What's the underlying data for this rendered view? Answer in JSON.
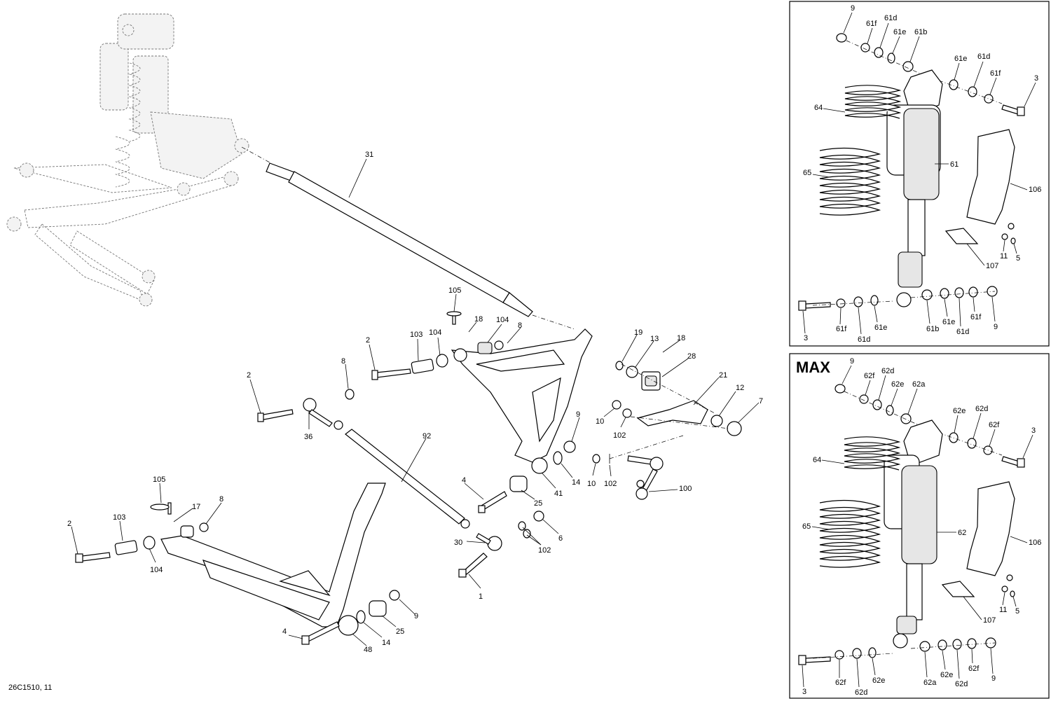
{
  "figure_code": "26C1510, 11",
  "max_box_title": "MAX",
  "callouts": {
    "c31": "31",
    "c105a": "105",
    "c18a": "18",
    "c103a": "103",
    "c104a": "104",
    "c104b": "104",
    "c8a": "8",
    "c2a": "2",
    "c19": "19",
    "c13": "13",
    "c18b": "18",
    "c28": "28",
    "c21": "21",
    "c12": "12",
    "c7": "7",
    "c8b": "8",
    "c2b": "2",
    "c36": "36",
    "c92": "92",
    "c9a": "9",
    "c10a": "10",
    "c102a": "102",
    "c14a": "14",
    "c41": "41",
    "c10b": "10",
    "c102b": "102",
    "c100": "100",
    "c4a": "4",
    "c25a": "25",
    "c6": "6",
    "c102c": "102",
    "c30": "30",
    "c1": "1",
    "c105b": "105",
    "c17": "17",
    "c8c": "8",
    "c2c": "2",
    "c103b": "103",
    "c104c": "104",
    "c9b": "9",
    "c25b": "25",
    "c14b": "14",
    "c4b": "4",
    "c48": "48"
  },
  "top_box": {
    "l9a": "9",
    "l61f_a": "61f",
    "l61d_a": "61d",
    "l61e_a": "61e",
    "l61b_a": "61b",
    "l61e_b": "61e",
    "l61d_b": "61d",
    "l61f_b": "61f",
    "l3a": "3",
    "l64": "64",
    "l61": "61",
    "l65": "65",
    "l106": "106",
    "l107": "107",
    "l11": "11",
    "l5": "5",
    "l3b": "3",
    "l61f_c": "61f",
    "l61d_c": "61d",
    "l61e_c": "61e",
    "l61b_b": "61b",
    "l61e_d": "61e",
    "l61d_d": "61d",
    "l61f_d": "61f",
    "l9b": "9"
  },
  "max_box": {
    "l9a": "9",
    "l62f_a": "62f",
    "l62d_a": "62d",
    "l62e_a": "62e",
    "l62a_a": "62a",
    "l62e_b": "62e",
    "l62d_b": "62d",
    "l62f_b": "62f",
    "l3a": "3",
    "l64": "64",
    "l62": "62",
    "l65": "65",
    "l106": "106",
    "l107": "107",
    "l11": "11",
    "l5": "5",
    "l3b": "3",
    "l62f_c": "62f",
    "l62d_c": "62d",
    "l62e_c": "62e",
    "l62a_b": "62a",
    "l62e_d": "62e",
    "l62d_d": "62d",
    "l62f_d": "62f",
    "l9b": "9"
  }
}
